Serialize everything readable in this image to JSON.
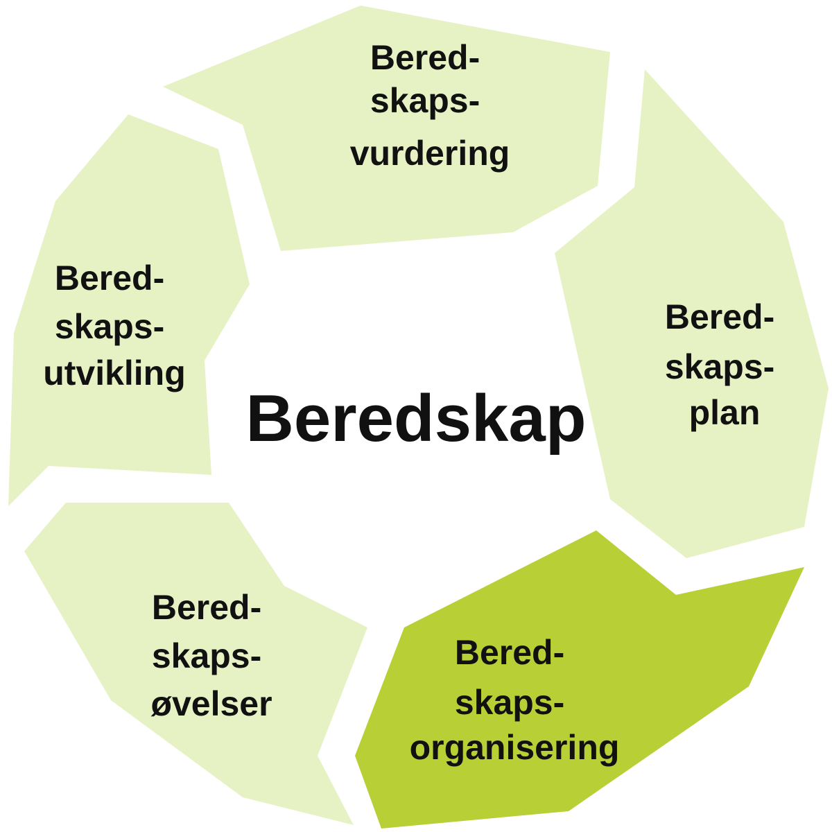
{
  "diagram": {
    "center_label": "Beredskap",
    "colors": {
      "segment": "#e6f2c4",
      "segment_highlight": "#b8cf35",
      "text": "#111111",
      "background": "#ffffff"
    },
    "segments": [
      {
        "id": "vurdering",
        "lines": [
          "Bered-",
          "skaps-",
          "vurdering"
        ],
        "highlighted": false
      },
      {
        "id": "plan",
        "lines": [
          "Bered-",
          "skaps-",
          "plan"
        ],
        "highlighted": false
      },
      {
        "id": "organisering",
        "lines": [
          "Bered-",
          "skaps-",
          "organisering"
        ],
        "highlighted": true
      },
      {
        "id": "ovelser",
        "lines": [
          "Bered-",
          "skaps-",
          "øvelser"
        ],
        "highlighted": false
      },
      {
        "id": "utvikling",
        "lines": [
          "Bered-",
          "skaps-",
          "utvikling"
        ],
        "highlighted": false
      }
    ]
  }
}
